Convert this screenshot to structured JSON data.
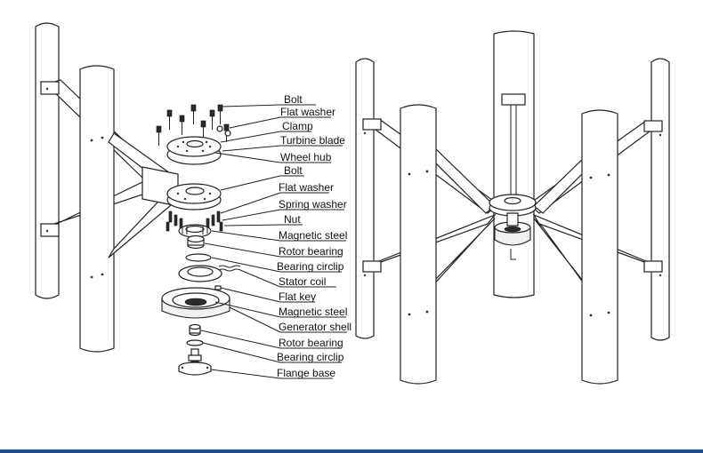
{
  "labels": [
    "Bolt",
    "Flat washer",
    "Clamp",
    "Turbine blade",
    "Wheel hub",
    "Bolt",
    "Flat washer",
    "Spring washer",
    "Nut",
    "Magnetic steel",
    "Rotor bearing",
    "Bearing circlip",
    "Stator coil",
    "Flat key",
    "Magnetic steel",
    "Generator shell",
    "Rotor bearing",
    "Bearing circlip",
    "Flange base"
  ],
  "colors": {
    "bottom_bar": "#1f4e8c",
    "line": "#222222"
  }
}
